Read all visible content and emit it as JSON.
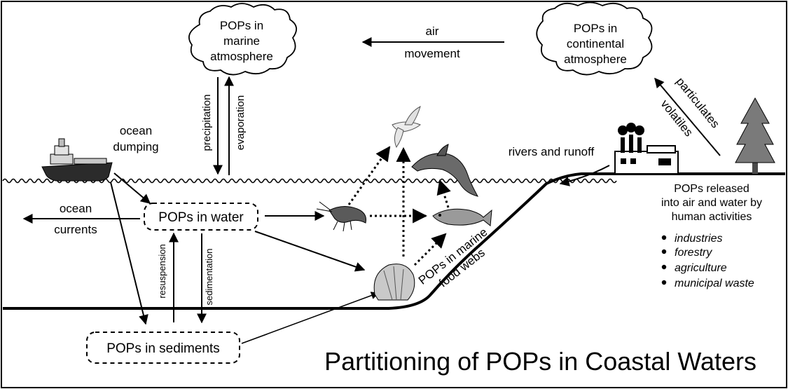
{
  "title": "Partitioning of POPs in Coastal Waters",
  "clouds": {
    "marine": [
      "POPs in",
      "marine",
      "atmosphere"
    ],
    "continental": [
      "POPs in",
      "continental",
      "atmosphere"
    ]
  },
  "air_movement": {
    "line1": "air",
    "line2": "movement"
  },
  "ocean_dumping": {
    "line1": "ocean",
    "line2": "dumping"
  },
  "ocean_currents": {
    "line1": "ocean",
    "line2": "currents"
  },
  "precipitation": "precipitation",
  "evaporation": "evaporation",
  "particulates": "particulates",
  "volatiles": "volatiles",
  "rivers_runoff": "rivers and runoff",
  "pops_water": "POPs in water",
  "pops_sediments": "POPs in sediments",
  "resuspension": "resuspension",
  "sedimentation": "sedimentation",
  "food_webs": {
    "line1": "POPs in marine",
    "line2": "food webs"
  },
  "human_release": {
    "lines": [
      "POPs released",
      "into air and water by",
      "human activities"
    ],
    "activities": [
      "industries",
      "forestry",
      "agriculture",
      "municipal waste"
    ]
  },
  "colors": {
    "ink": "#000000",
    "paper": "#ffffff",
    "grey": "#9a9a9a"
  }
}
